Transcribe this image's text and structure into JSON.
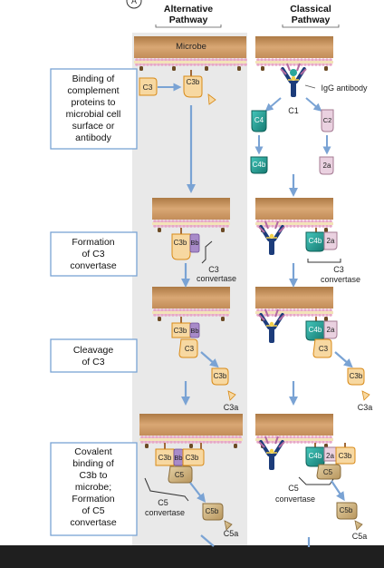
{
  "header": {
    "circle_letter": "A",
    "alt_pathway": [
      "Alternative",
      "Pathway"
    ],
    "classical_pathway": [
      "Classical",
      "Pathway"
    ]
  },
  "steps": [
    {
      "id": "binding",
      "lines": [
        "Binding of",
        "complement",
        "proteins to",
        "microbial cell",
        "surface or",
        "antibody"
      ]
    },
    {
      "id": "formation",
      "lines": [
        "Formation",
        "of C3",
        "convertase"
      ]
    },
    {
      "id": "cleavage",
      "lines": [
        "Cleavage",
        "of C3"
      ]
    },
    {
      "id": "covalent",
      "lines": [
        "Covalent",
        "binding of",
        "C3b to",
        "microbe;",
        "Formation",
        "of C5",
        "convertase"
      ]
    }
  ],
  "alternative": {
    "microbe_label": "Microbe",
    "c3": "C3",
    "c3b": "C3b",
    "bb": "Bb",
    "c3a": "C3a",
    "c5": "C5",
    "c5b": "C5b",
    "c5a": "C5a",
    "c3_convertase": [
      "C3",
      "convertase"
    ],
    "c5_convertase": [
      "C5",
      "convertase"
    ]
  },
  "classical": {
    "igg_label": "IgG antibody",
    "c1": "C1",
    "c4": "C4",
    "c2": "C2",
    "c4b": "C4b",
    "c2a": "2a",
    "c3": "C3",
    "c3b": "C3b",
    "c3a": "C3a",
    "c5": "C5",
    "c5b": "C5b",
    "c5a": "C5a",
    "c3_convertase": [
      "C3",
      "convertase"
    ],
    "c5_convertase": [
      "C5",
      "convertase"
    ]
  },
  "colors": {
    "membrane": "#c48f55",
    "lipid_head": "#e7a7c6",
    "c3_fill": "#f7d8a1",
    "c3_stroke": "#d88a18",
    "bb_fill": "#a88bc9",
    "c4_fill": "#2aa69b",
    "c2_fill": "#ead1e0",
    "c5_fill": "#d4b988",
    "antibody_blue": "#1c3c7a",
    "arrow": "#7aa3d4"
  }
}
